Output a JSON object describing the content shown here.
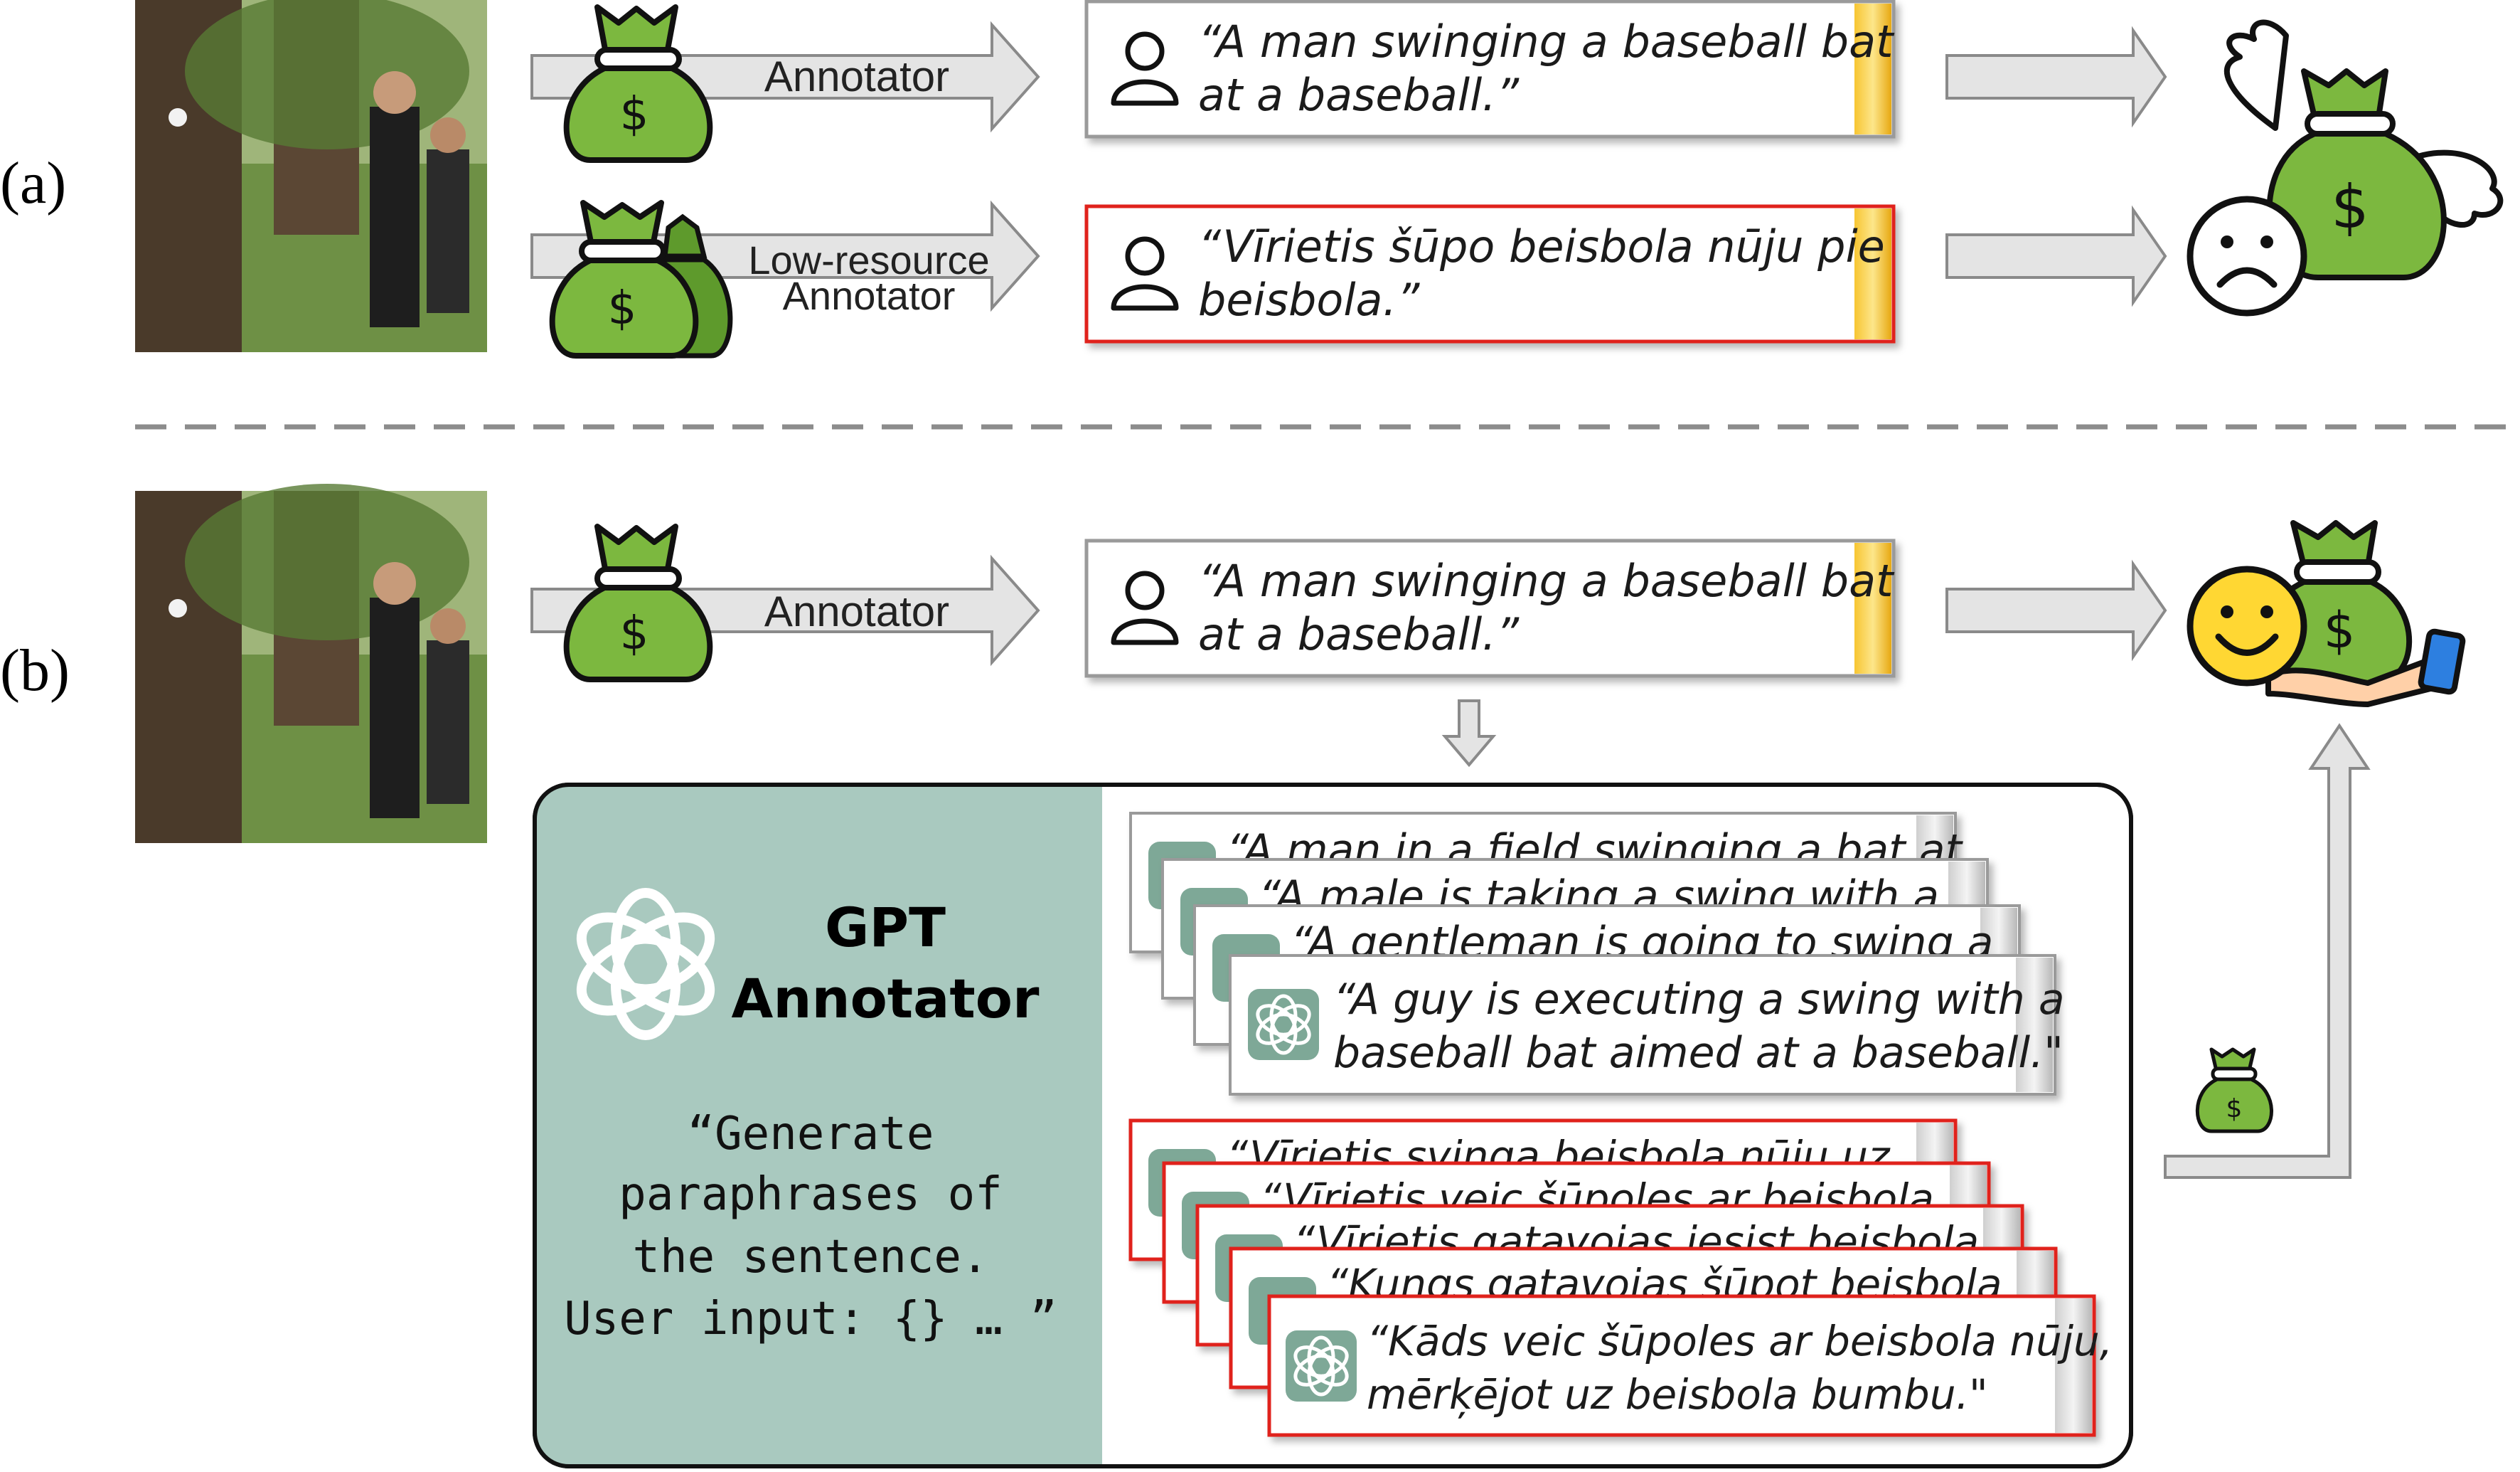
{
  "part_labels": {
    "a": "(a)",
    "b": "(b)"
  },
  "row_a": {
    "annotator_label": "Annotator",
    "lowres_label_line1": "Low-resource",
    "lowres_label_line2": "Annotator",
    "caption_en_line1": "“A man swinging a baseball bat",
    "caption_en_line2": "at a baseball.”",
    "caption_lv_line1": "“Vīrietis šūpo beisbola nūju pie",
    "caption_lv_line2": "beisbola.”",
    "outcome_icon": "flying-money-sad-face-icon"
  },
  "row_b": {
    "annotator_label": "Annotator",
    "caption_en_line1": "“A man swinging a baseball bat",
    "caption_en_line2": "at a baseball.”",
    "outcome_icon": "happy-face-money-hand-icon"
  },
  "gpt_panel": {
    "title_line1": "GPT",
    "title_line2": "Annotator",
    "prompt_lines": [
      "“Generate",
      "paraphrases of",
      "the sentence.",
      "User input: {} … ”"
    ],
    "english_paraphrases": [
      "“A man in a field swinging a bat at",
      "“A male is taking a swing with a",
      "“A gentleman is going to swing a"
    ],
    "english_front_line1": "“A guy is executing a swing with a",
    "english_front_line2": "baseball bat aimed at a baseball.\"",
    "latvian_paraphrases": [
      "“Vīrietis svinga beisbola nūju uz",
      "“Vīrietis veic šūpoles ar beisbola",
      "“Vīrietis gatavojas iesist beisbola",
      "“Kungs gatavojas šūpot beisbola"
    ],
    "latvian_front_line1": "“Kāds veic šūpoles ar beisbola nūju,",
    "latvian_front_line2": "mērķējot uz beisbola bumbu.\""
  },
  "colors": {
    "money_green": "#7cb83f",
    "money_dark": "#5e9a2c",
    "panel_teal": "#a9c9bf",
    "gpt_icon": "#7ea897",
    "error_red": "#e0231c",
    "gold_bar": "#f1b21c",
    "arrow_gray": "#e4e4e4"
  }
}
